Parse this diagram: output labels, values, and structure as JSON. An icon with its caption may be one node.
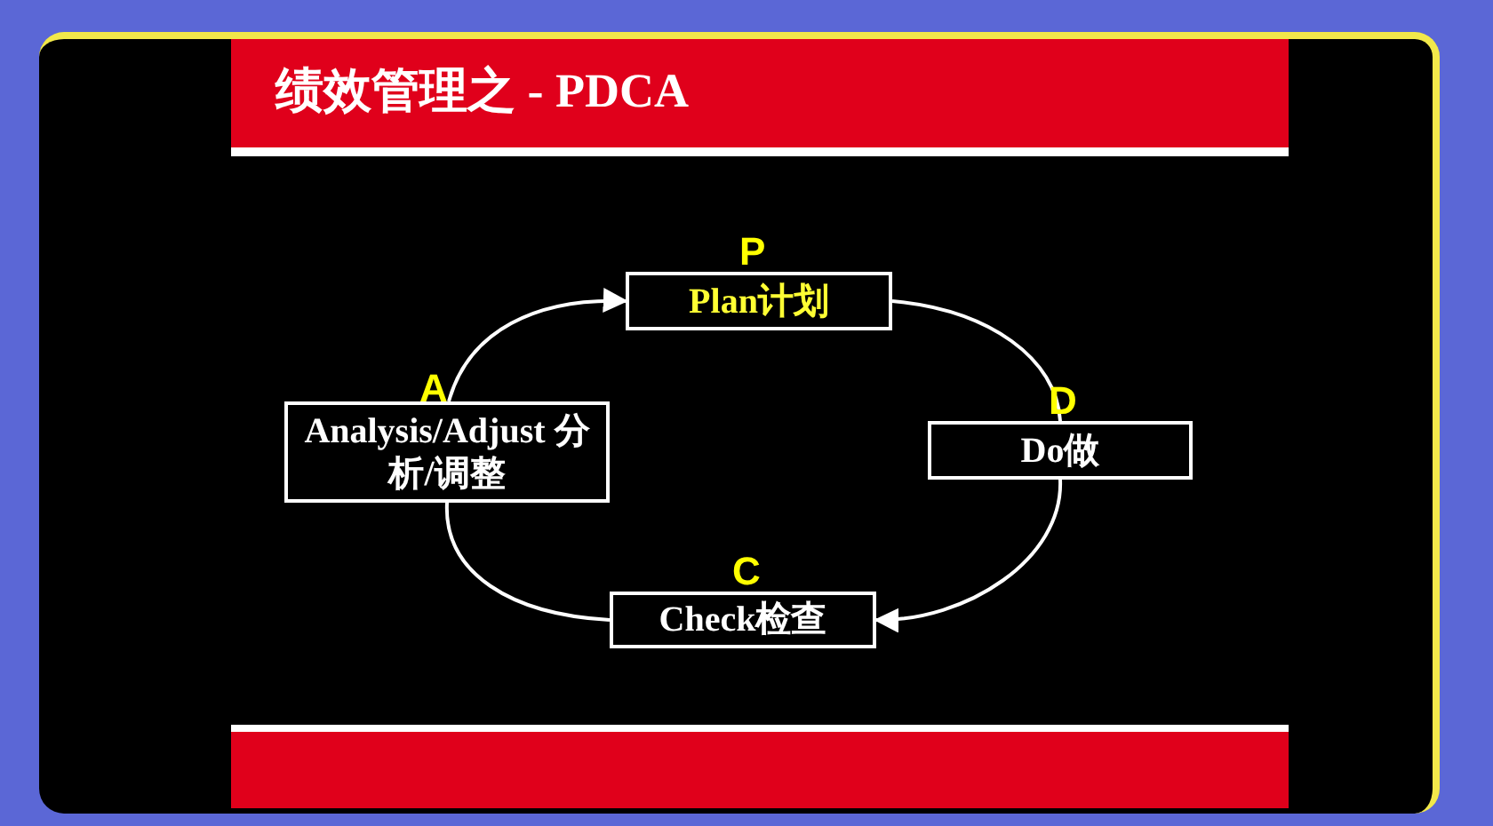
{
  "diagram": {
    "title": "绩效管理之 - PDCA",
    "nodes": [
      {
        "text": [
          "Plan计划"
        ],
        "beside": [
          "P"
        ]
      },
      {
        "text": [
          "Do做"
        ],
        "beside": [
          "D"
        ]
      },
      {
        "text": [
          "Check检查"
        ],
        "beside": [
          "C"
        ]
      },
      {
        "text": [
          "Analysis/Adjust 分析/调整"
        ],
        "beside": [
          "A"
        ]
      }
    ],
    "edges": [
      {
        "from": 3,
        "to": 0,
        "arrow": "to"
      },
      {
        "from": 0,
        "to": 1,
        "arrow": "none"
      },
      {
        "from": 1,
        "to": 2,
        "arrow": "to"
      },
      {
        "from": 2,
        "to": 3,
        "arrow": "none"
      }
    ]
  }
}
